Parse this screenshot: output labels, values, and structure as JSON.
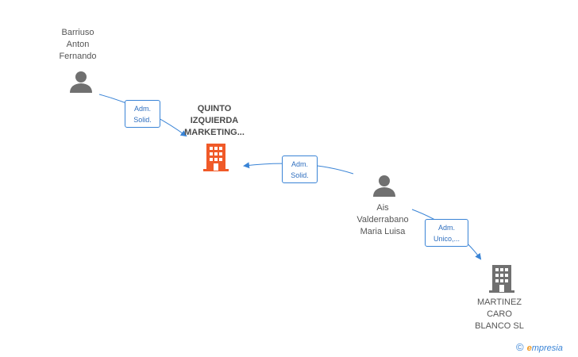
{
  "nodes": {
    "barriuso": {
      "lines": [
        "Barriuso",
        "Anton",
        "Fernando"
      ],
      "kind": "person"
    },
    "quinto": {
      "lines": [
        "QUINTO",
        "IZQUIERDA",
        "MARKETING..."
      ],
      "kind": "company-main"
    },
    "ais": {
      "lines": [
        "Ais",
        "Valderrabano",
        "Maria Luisa"
      ],
      "kind": "person"
    },
    "martinez": {
      "lines": [
        "MARTINEZ",
        "CARO",
        "BLANCO SL"
      ],
      "kind": "company"
    }
  },
  "edges": [
    {
      "from": "barriuso",
      "to": "quinto",
      "label": [
        "Adm.",
        "Solid."
      ]
    },
    {
      "from": "ais",
      "to": "quinto",
      "label": [
        "Adm.",
        "Solid."
      ]
    },
    {
      "from": "ais",
      "to": "martinez",
      "label": [
        "Adm.",
        "Unico,..."
      ]
    }
  ],
  "colors": {
    "edge": "#3a84d6",
    "person_icon": "#707070",
    "main_company_icon": "#f05a28",
    "company_icon": "#707070"
  },
  "footer": {
    "copyright_symbol": "©",
    "brand_first_letter": "e",
    "brand_rest": "mpresia"
  }
}
